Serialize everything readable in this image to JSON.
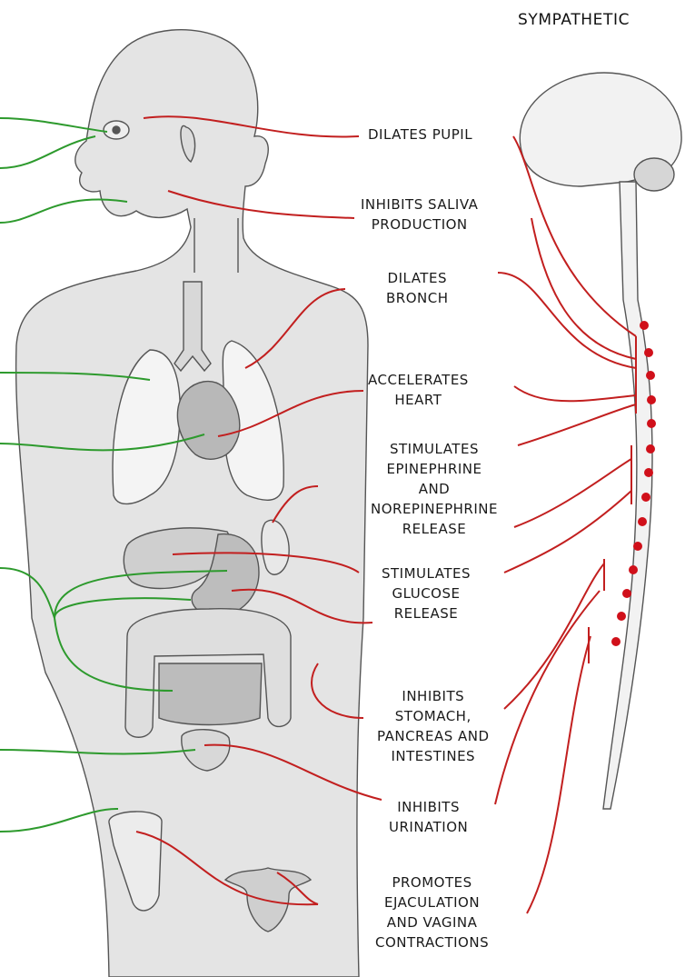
{
  "title": "SYMPATHETIC",
  "colors": {
    "sympathetic": "#c21f1f",
    "parasympathetic": "#2d9a2d",
    "ganglion_dot": "#d0101a",
    "body_fill": "#e4e4e4",
    "outline": "#555555"
  },
  "labels": [
    {
      "id": "pupil",
      "lines": [
        "DILATES PUPIL"
      ]
    },
    {
      "id": "saliva",
      "lines": [
        "INHIBITS SALIVA",
        "PRODUCTION"
      ]
    },
    {
      "id": "bronch",
      "lines": [
        "DILATES",
        "BRONCH"
      ]
    },
    {
      "id": "heart",
      "lines": [
        "ACCELERATES",
        "HEART"
      ]
    },
    {
      "id": "epinephrine",
      "lines": [
        "STIMULATES",
        "EPINEPHRINE",
        "AND",
        "NOREPINEPHRINE",
        "RELEASE"
      ]
    },
    {
      "id": "glucose",
      "lines": [
        "STIMULATES",
        "GLUCOSE",
        "RELEASE"
      ]
    },
    {
      "id": "stomach",
      "lines": [
        "INHIBITS",
        "STOMACH,",
        "PANCREAS AND",
        "INTESTINES"
      ]
    },
    {
      "id": "urination",
      "lines": [
        "INHIBITS",
        "URINATION"
      ]
    },
    {
      "id": "ejaculation",
      "lines": [
        "PROMOTES",
        "EJACULATION",
        "AND VAGINA",
        "CONTRACTIONS"
      ]
    }
  ]
}
